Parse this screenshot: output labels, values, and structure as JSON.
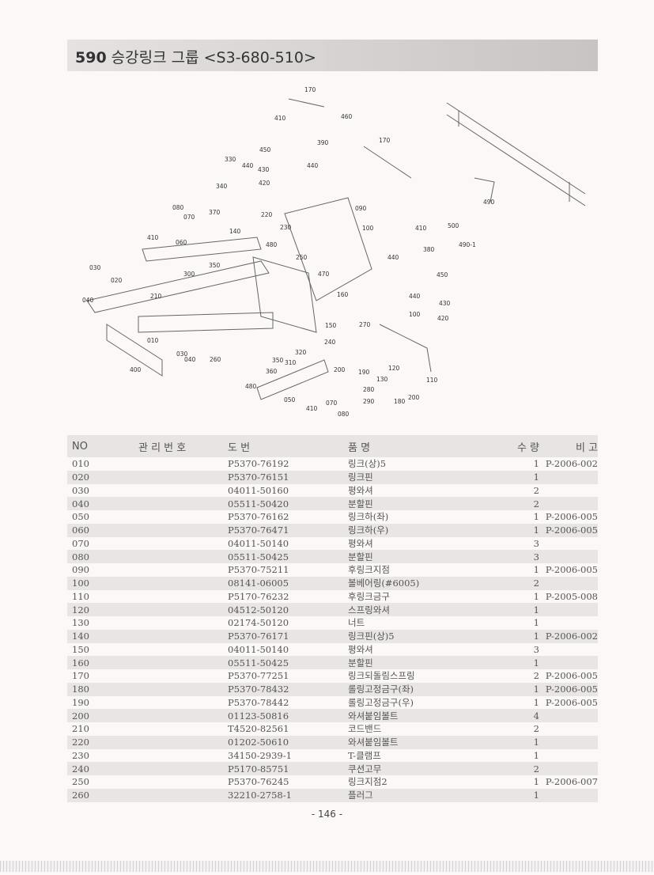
{
  "header": {
    "number": "590",
    "title": "승강링크 그룹 <S3-680-510>"
  },
  "diagram": {
    "callouts": [
      "170",
      "410",
      "460",
      "390",
      "450",
      "440",
      "440",
      "430",
      "170",
      "330",
      "420",
      "340",
      "090",
      "080",
      "370",
      "070",
      "220",
      "230",
      "140",
      "100",
      "410",
      "410",
      "060",
      "480",
      "380",
      "250",
      "440",
      "030",
      "350",
      "300",
      "470",
      "450",
      "020",
      "210",
      "160",
      "040",
      "440",
      "430",
      "100",
      "420",
      "150",
      "270",
      "010",
      "240",
      "030",
      "040",
      "320",
      "260",
      "350",
      "310",
      "200",
      "190",
      "120",
      "400",
      "360",
      "130",
      "110",
      "480",
      "280",
      "050",
      "290",
      "180",
      "200",
      "410",
      "070",
      "080",
      "490",
      "500",
      "490-1"
    ]
  },
  "table": {
    "headers": [
      "NO",
      "관 리 번 호",
      "도 번",
      "품 명",
      "수 량",
      "비 고"
    ],
    "rows": [
      [
        "010",
        "",
        "P5370-76192",
        "링크(상)5",
        "1",
        "P-2006-002"
      ],
      [
        "020",
        "",
        "P5370-76151",
        "링크핀",
        "1",
        ""
      ],
      [
        "030",
        "",
        "04011-50160",
        "평와셔",
        "2",
        ""
      ],
      [
        "040",
        "",
        "05511-50420",
        "분할핀",
        "2",
        ""
      ],
      [
        "050",
        "",
        "P5370-76162",
        "링크하(좌)",
        "1",
        "P-2006-005"
      ],
      [
        "060",
        "",
        "P5370-76471",
        "링크하(우)",
        "1",
        "P-2006-005"
      ],
      [
        "070",
        "",
        "04011-50140",
        "평와셔",
        "3",
        ""
      ],
      [
        "080",
        "",
        "05511-50425",
        "분할핀",
        "3",
        ""
      ],
      [
        "090",
        "",
        "P5370-75211",
        "후링크지점",
        "1",
        "P-2006-005"
      ],
      [
        "100",
        "",
        "08141-06005",
        "볼베어링(#6005)",
        "2",
        ""
      ],
      [
        "110",
        "",
        "P5170-76232",
        "후링크금구",
        "1",
        "P-2005-008"
      ],
      [
        "120",
        "",
        "04512-50120",
        "스프링와셔",
        "1",
        ""
      ],
      [
        "130",
        "",
        "02174-50120",
        "너트",
        "1",
        ""
      ],
      [
        "140",
        "",
        "P5370-76171",
        "링크핀(상)5",
        "1",
        "P-2006-002"
      ],
      [
        "150",
        "",
        "04011-50140",
        "평와셔",
        "3",
        ""
      ],
      [
        "160",
        "",
        "05511-50425",
        "분할핀",
        "1",
        ""
      ],
      [
        "170",
        "",
        "P5370-77251",
        "링크되돌림스프링",
        "2",
        "P-2006-005"
      ],
      [
        "180",
        "",
        "P5370-78432",
        "롤링고정금구(좌)",
        "1",
        "P-2006-005"
      ],
      [
        "190",
        "",
        "P5370-78442",
        "롤링고정금구(우)",
        "1",
        "P-2006-005"
      ],
      [
        "200",
        "",
        "01123-50816",
        "와셔붙임볼트",
        "4",
        ""
      ],
      [
        "210",
        "",
        "T4520-82561",
        "코드밴드",
        "2",
        ""
      ],
      [
        "220",
        "",
        "01202-50610",
        "와셔붙임볼트",
        "1",
        ""
      ],
      [
        "230",
        "",
        "34150-2939-1",
        "T-클램프",
        "1",
        ""
      ],
      [
        "240",
        "",
        "P5170-85751",
        "쿠션고무",
        "2",
        ""
      ],
      [
        "250",
        "",
        "P5370-76245",
        "링크지점2",
        "1",
        "P-2006-007"
      ],
      [
        "260",
        "",
        "32210-2758-1",
        "플러그",
        "1",
        ""
      ]
    ]
  },
  "footer": {
    "page": "- 146 -"
  }
}
